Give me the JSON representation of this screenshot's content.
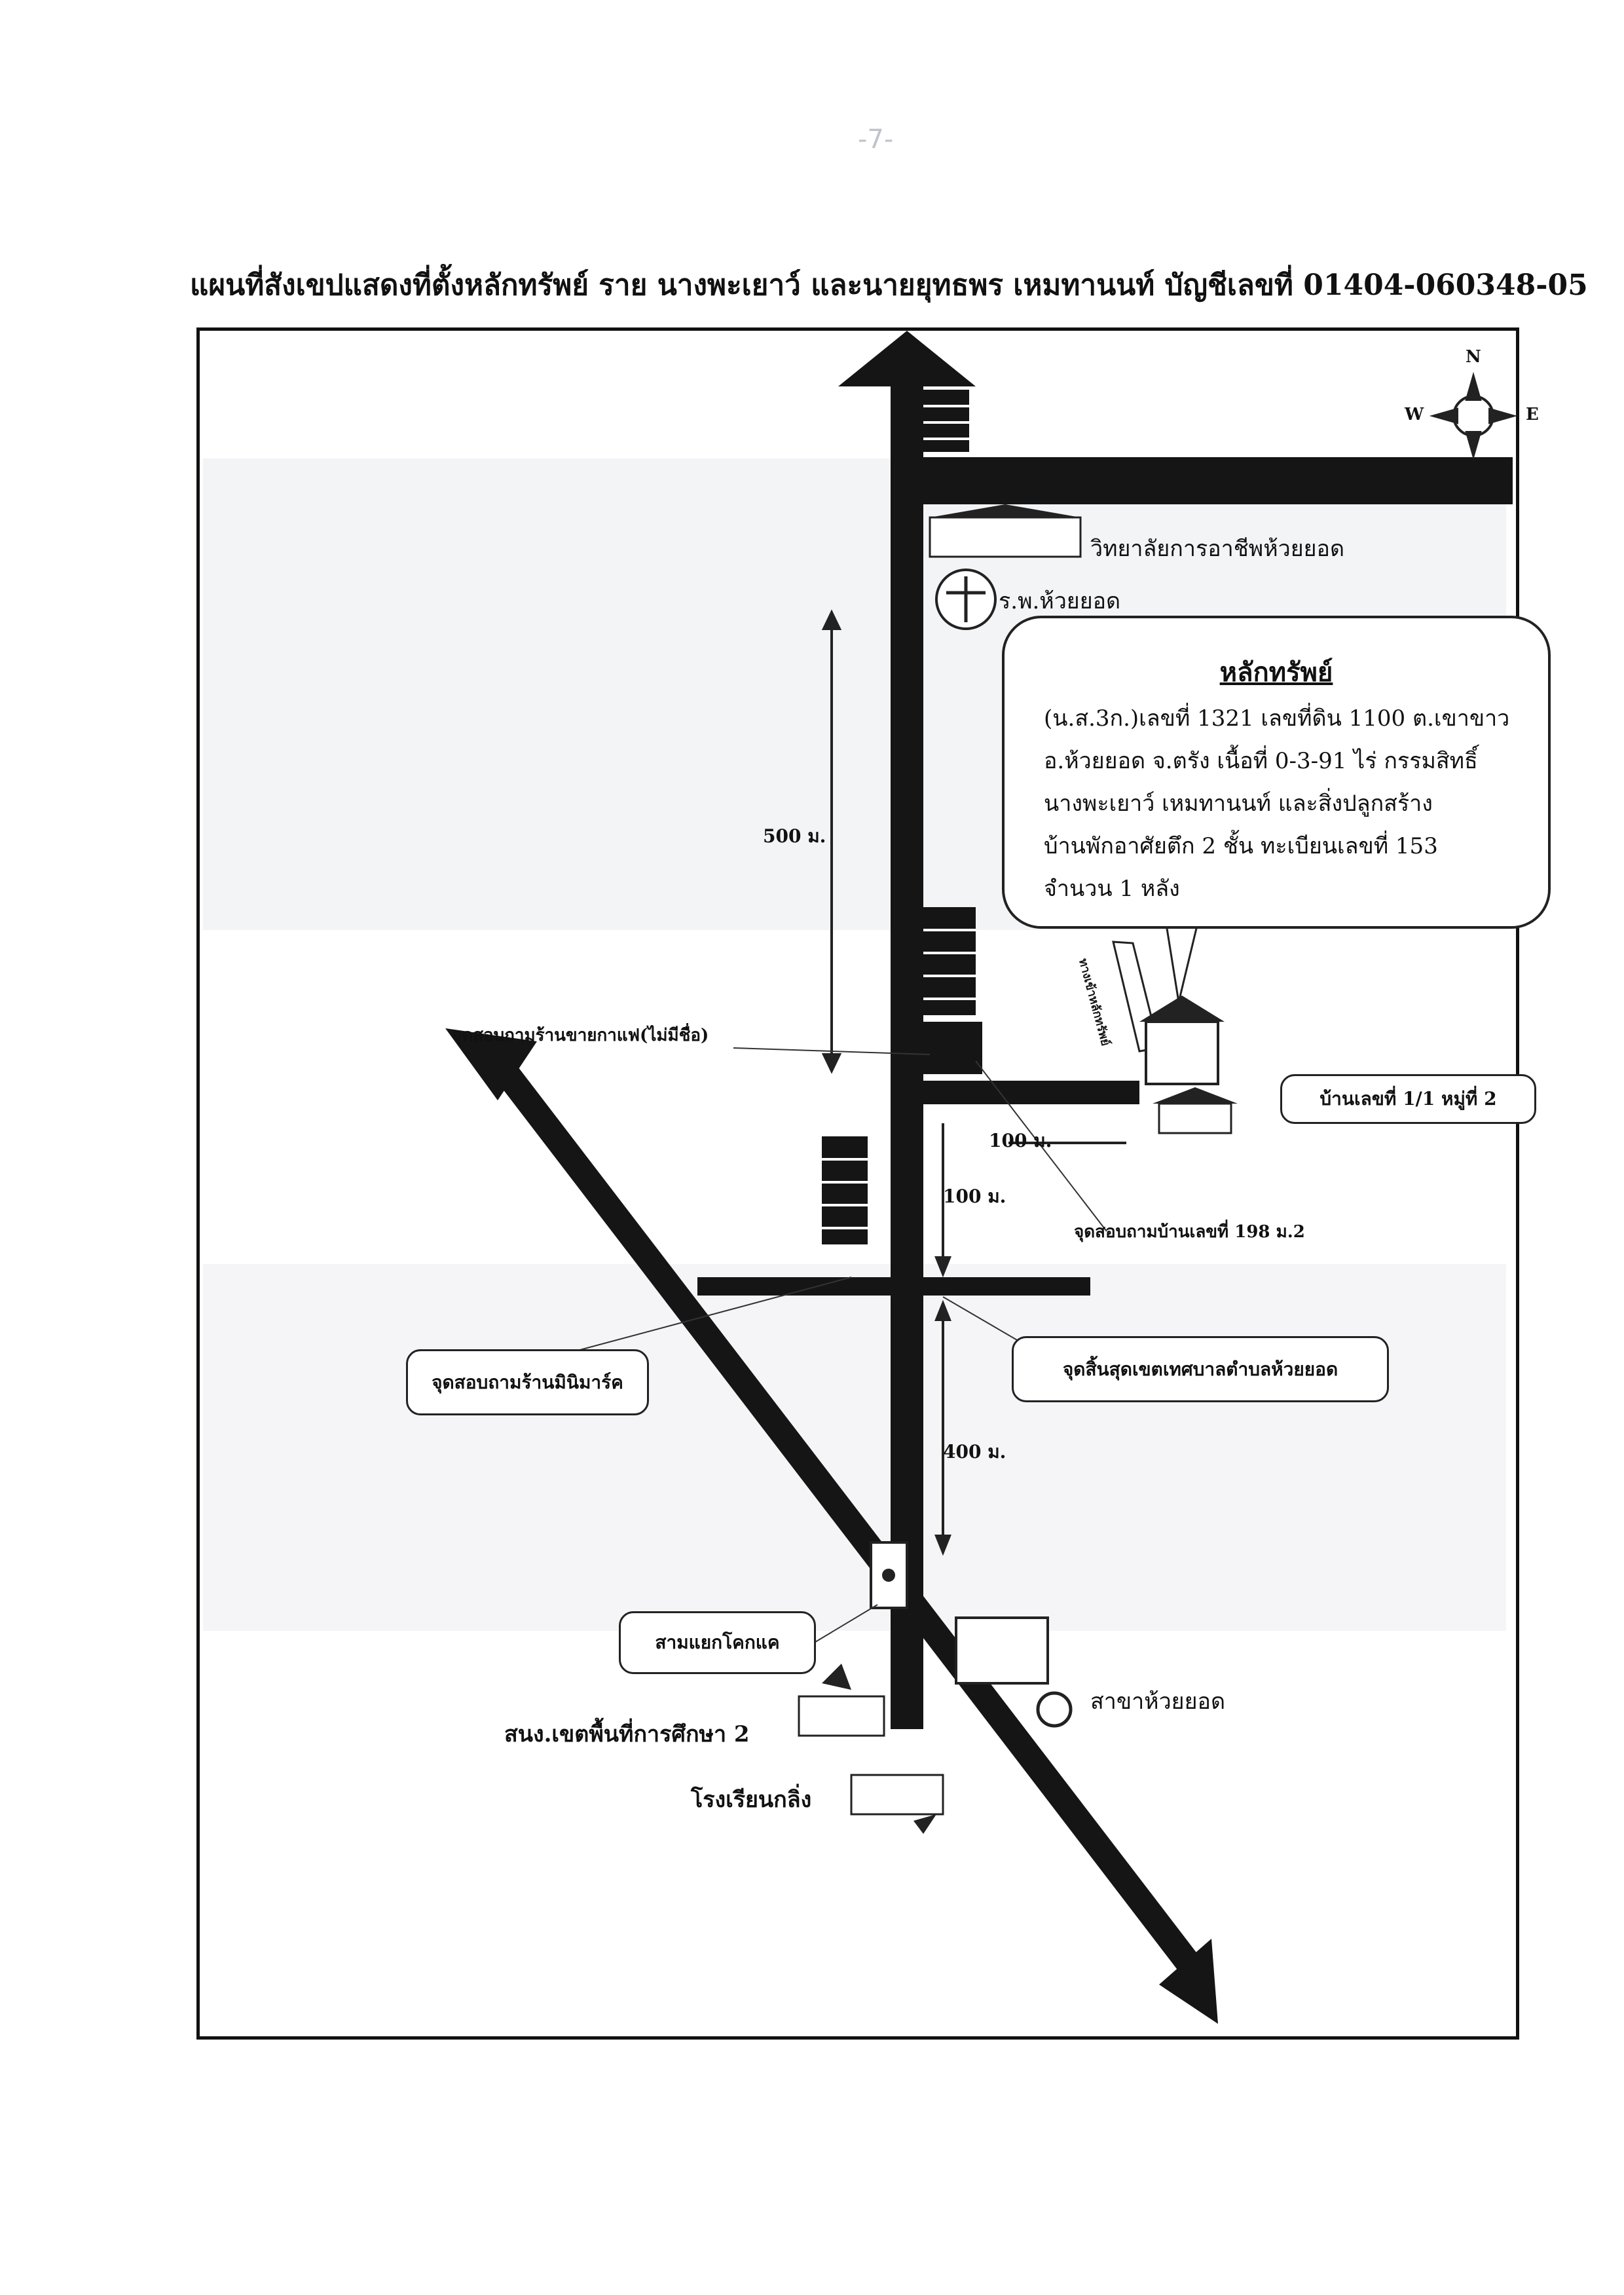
{
  "header": {
    "page_number": "-7-",
    "title": "แผนที่สังเขปแสดงที่ตั้งหลักทรัพย์    ราย นางพะเยาว์ และนายยุทธพร เหมทานนท์    บัญชีเลขที่ 01404-060348-05"
  },
  "compass": {
    "n": "N",
    "w": "W",
    "e": "E"
  },
  "landmarks": {
    "college": "วิทยาลัยการอาชีพห้วยยอด",
    "hospital": "ร.พ.ห้วยยอด",
    "coffee_shop": "จุดสอบถามร้านขายกาแฟ(ไม่มีชื่อ)",
    "house_ref": "จุดสอบถามบ้านเลขที่ 198 ม.2",
    "house_no": "บ้านเลขที่ 1/1 หมู่ที่ 2",
    "minimart": "จุดสอบถามร้านมินิมาร์ค",
    "municipal_end": "จุดสิ้นสุดเขตเทศบาลตำบลห้วยยอด",
    "junction": "สามแยกโคกแค",
    "branch": "สาขาห้วยยอด",
    "edu_office": "สนง.เขตพื้นที่การศึกษา 2",
    "school": "โรงเรียนกลิ่ง",
    "side_road": "ทางเข้าหลักทรัพย์"
  },
  "distances": {
    "d500": "500 ม.",
    "d100a": "100 ม.",
    "d100b": "100 ม.",
    "d400": "400 ม."
  },
  "asset": {
    "title": "หลักทรัพย์",
    "lines": [
      "(น.ส.3ก.)เลขที่ 1321  เลขที่ดิน 1100 ต.เขาขาว",
      "อ.ห้วยยอด  จ.ตรัง เนื้อที่  0-3-91 ไร่ กรรมสิทธิ์",
      "นางพะเยาว์ เหมทานนท์  และสิ่งปลูกสร้าง",
      "บ้านพักอาศัยตึก 2 ชั้น  ทะเบียนเลขที่ 153",
      "จำนวน 1 หลัง"
    ]
  }
}
